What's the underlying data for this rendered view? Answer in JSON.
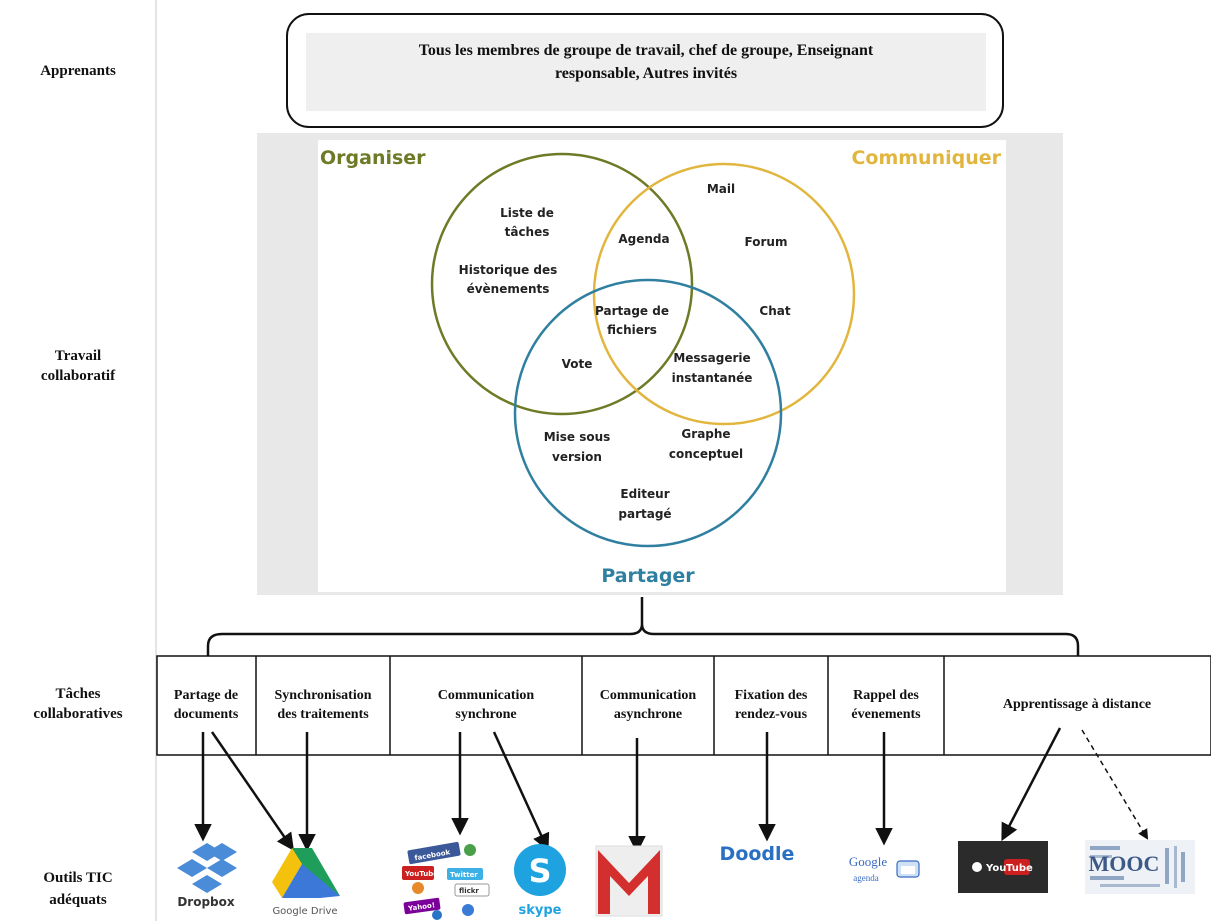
{
  "rows": {
    "learners": "Apprenants",
    "collab_work_line1": "Travail",
    "collab_work_line2": "collaboratif",
    "tasks_line1": "Tâches",
    "tasks_line2": "collaboratives",
    "tools_line1": "Outils TIC",
    "tools_line2": "adéquats"
  },
  "learners_box": {
    "line1": "Tous les membres de groupe de travail, chef de groupe, Enseignant",
    "line2": "responsable, Autres invités"
  },
  "venn": {
    "organize": {
      "title": "Organiser",
      "color": "#6e7a26"
    },
    "communicate": {
      "title": "Communiquer",
      "color": "#e2b63e"
    },
    "share": {
      "title": "Partager",
      "color": "#2f7fa0"
    },
    "items": {
      "tasks_list_1": "Liste de",
      "tasks_list_2": "tâches",
      "history_1": "Historique des",
      "history_2": "évènements",
      "agenda": "Agenda",
      "mail": "Mail",
      "forum": "Forum",
      "chat": "Chat",
      "file_share_1": "Partage de",
      "file_share_2": "fichiers",
      "vote": "Vote",
      "im_1": "Messagerie",
      "im_2": "instantanée",
      "versioning_1": "Mise sous",
      "versioning_2": "version",
      "concept_map_1": "Graphe",
      "concept_map_2": "conceptuel",
      "shared_editor_1": "Editeur",
      "shared_editor_2": "partagé"
    }
  },
  "tasks": [
    {
      "l1": "Partage de",
      "l2": "documents"
    },
    {
      "l1": "Synchronisation",
      "l2": "des traitements"
    },
    {
      "l1": "Communication",
      "l2": "synchrone"
    },
    {
      "l1": "Communication",
      "l2": "asynchrone"
    },
    {
      "l1": "Fixation des",
      "l2": "rendez-vous"
    },
    {
      "l1": "Rappel des",
      "l2": "évenements"
    },
    {
      "l1": "Apprentissage à distance",
      "l2": ""
    }
  ],
  "tools": {
    "dropbox": "Dropbox",
    "google_drive": "Google Drive",
    "social_labels": [
      "facebook",
      "YouTube",
      "Twitter",
      "flickr",
      "Yahoo!"
    ],
    "skype": "skype",
    "doodle": "Doodle",
    "google_agenda_1": "Google",
    "google_agenda_2": "agenda",
    "youtube_1": "You",
    "youtube_2": "Tube",
    "mooc": "MOOC"
  }
}
